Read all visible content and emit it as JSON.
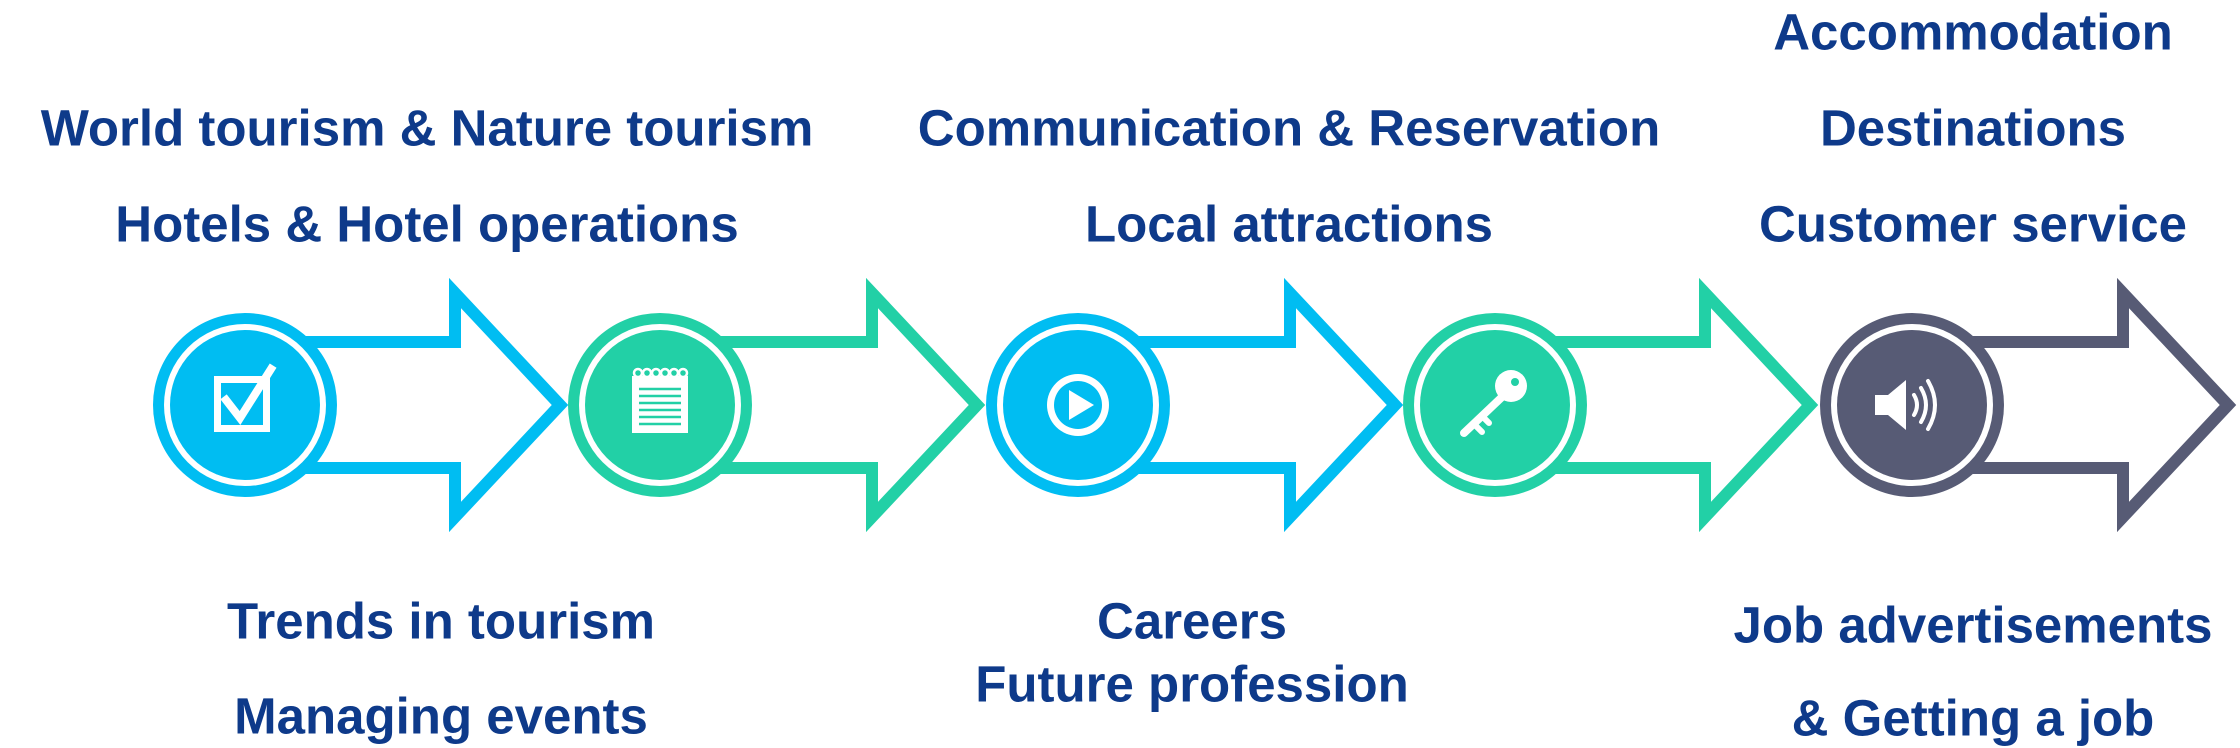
{
  "colors": {
    "text": "#0e3a8a",
    "blue": "#00bdf2",
    "green": "#22d0a6",
    "dark": "#575b75"
  },
  "stages": [
    {
      "color": "blue",
      "icon": "checkbox-icon",
      "top_lines": [
        "World tourism  & Nature tourism",
        "Hotels & Hotel operations"
      ],
      "bottom_lines": [
        "Trends in tourism",
        "Managing events"
      ]
    },
    {
      "color": "green",
      "icon": "notepad-icon",
      "top_lines": [],
      "bottom_lines": []
    },
    {
      "color": "blue",
      "icon": "play-icon",
      "top_lines": [
        "Communication & Reservation",
        "Local attractions"
      ],
      "bottom_lines": [
        "Careers",
        "Future profession"
      ]
    },
    {
      "color": "green",
      "icon": "key-icon",
      "top_lines": [],
      "bottom_lines": []
    },
    {
      "color": "dark",
      "icon": "speaker-icon",
      "top_lines": [
        "Accommodation",
        "Destinations",
        "Customer service"
      ],
      "bottom_lines": [
        "Job advertisements",
        "& Getting a job"
      ]
    }
  ]
}
